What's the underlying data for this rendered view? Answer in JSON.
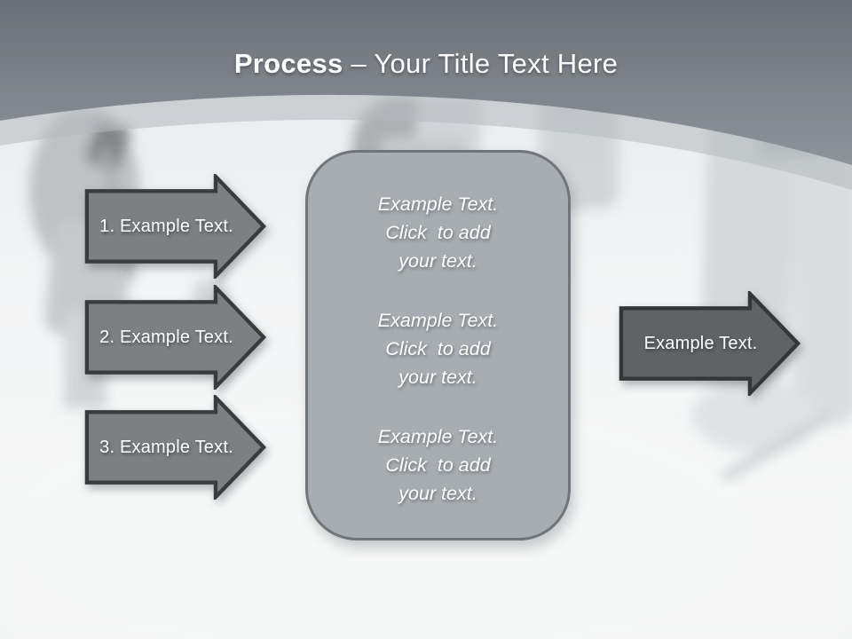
{
  "title": {
    "bold": "Process",
    "rest": " – Your Title Text Here"
  },
  "left_arrows": [
    {
      "label": "1. Example Text."
    },
    {
      "label": "2. Example Text."
    },
    {
      "label": "3. Example Text."
    }
  ],
  "center_panel": {
    "blocks": [
      "Example Text.\nClick  to add\nyour text.",
      "Example Text.\nClick  to add\nyour text.",
      "Example Text.\nClick  to add\nyour text."
    ]
  },
  "right_arrow": {
    "label": "Example Text."
  },
  "colors": {
    "header_gradient_top": "#6b7077",
    "header_gradient_bottom": "#8f949b",
    "step_arrow_fill": "#7d8083",
    "step_arrow_border": "#393c3f",
    "result_arrow_fill": "#606366",
    "result_arrow_border": "#34373a",
    "panel_fill": "#a8adb3",
    "panel_border": "#70757b",
    "background": "#f3f4f5",
    "text": "#ffffff"
  }
}
